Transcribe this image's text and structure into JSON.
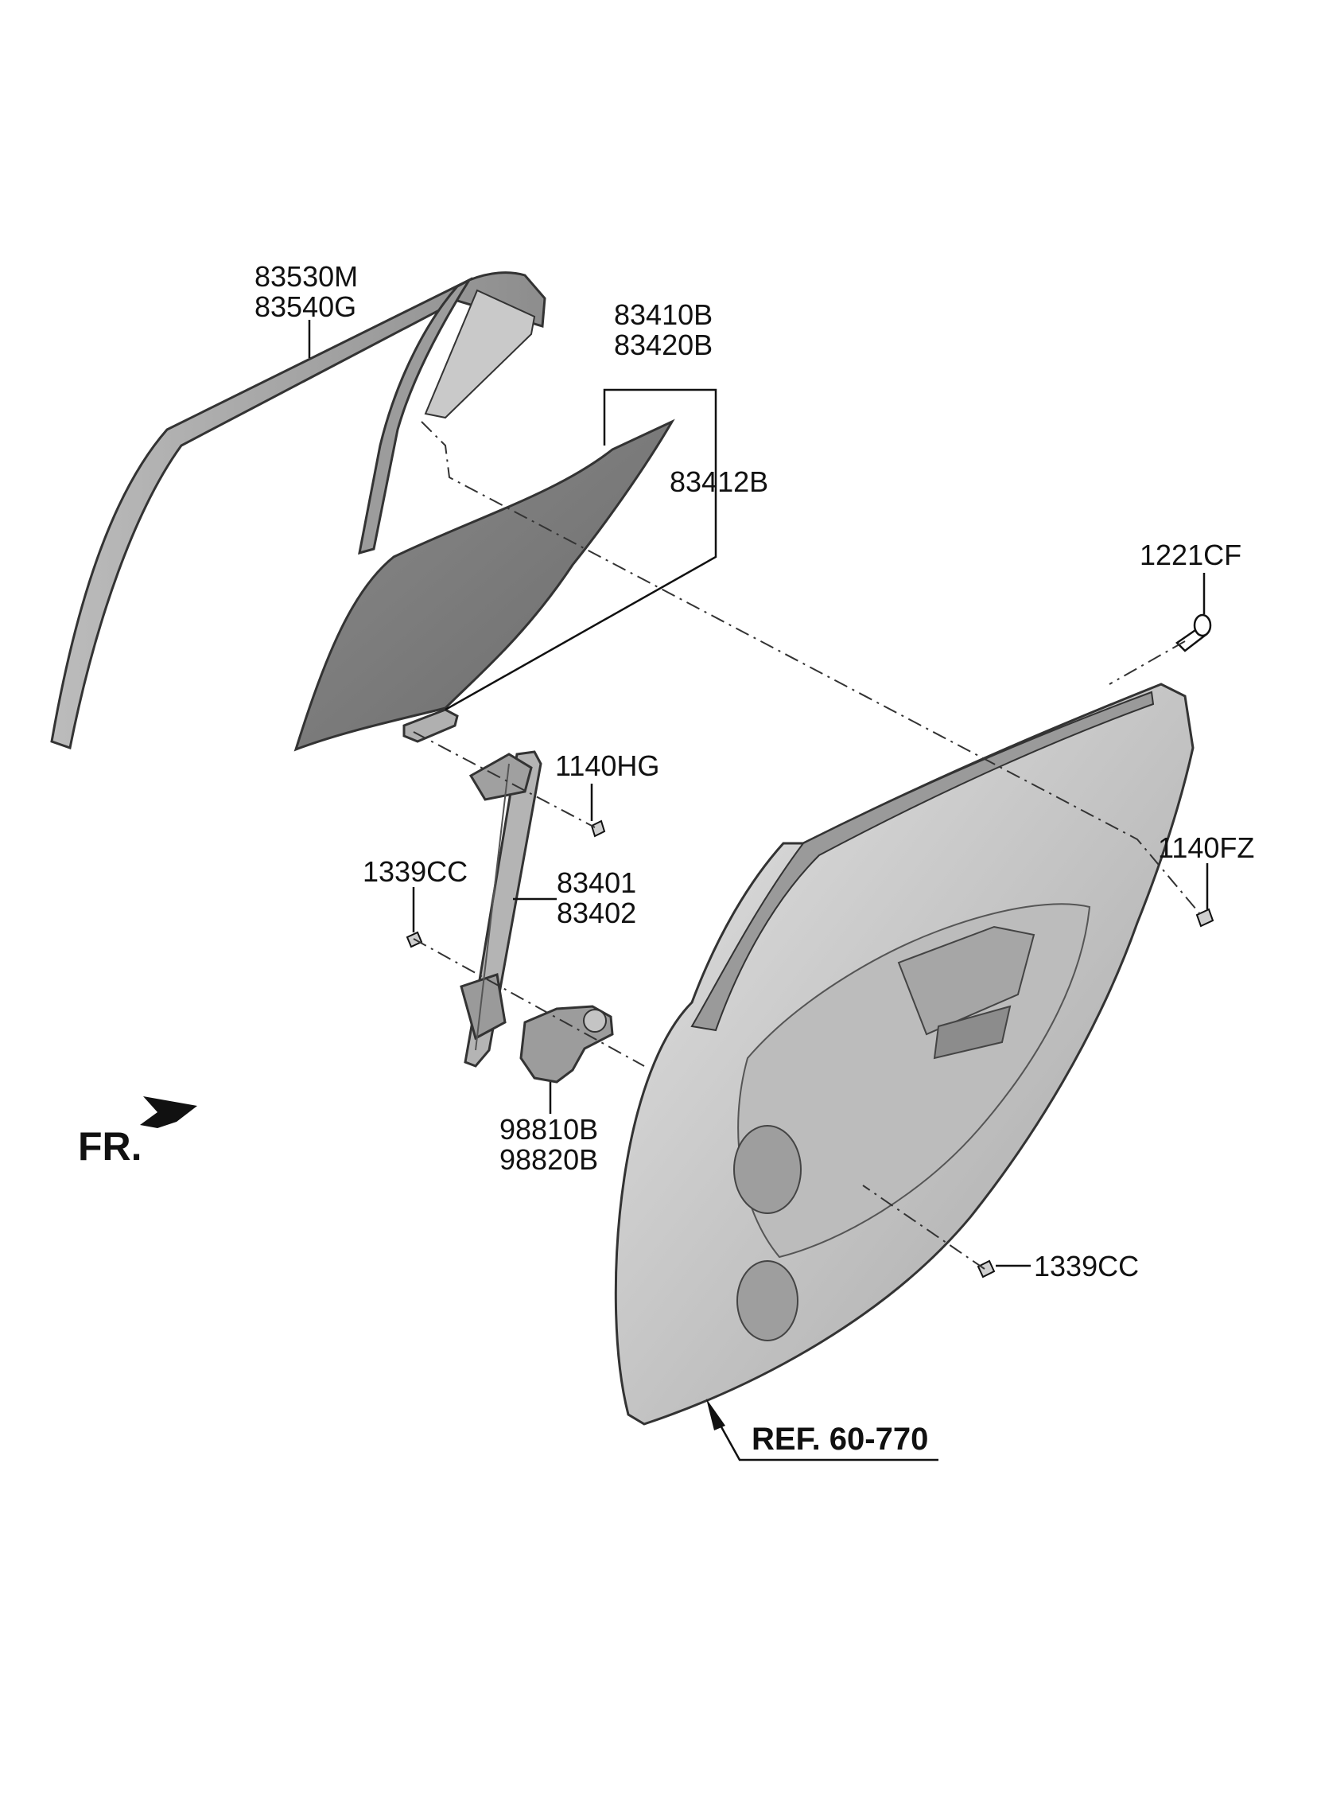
{
  "callouts": {
    "run_channel": [
      "83530M",
      "83540G"
    ],
    "glass": [
      "83410B",
      "83420B"
    ],
    "glass_holder": "83412B",
    "screw_top": "1221CF",
    "bolt_regulator": "1140HG",
    "bolt_door": "1140FZ",
    "clip_left": "1339CC",
    "regulator": [
      "83401",
      "83402"
    ],
    "motor": [
      "98810B",
      "98820B"
    ],
    "clip_right": "1339CC",
    "reference": "REF. 60-770",
    "front_indicator": "FR."
  },
  "colors": {
    "line": "#111111",
    "part_dark": "#7a7a7a",
    "part_mid": "#a8a8a8",
    "part_light": "#d6d6d6"
  }
}
